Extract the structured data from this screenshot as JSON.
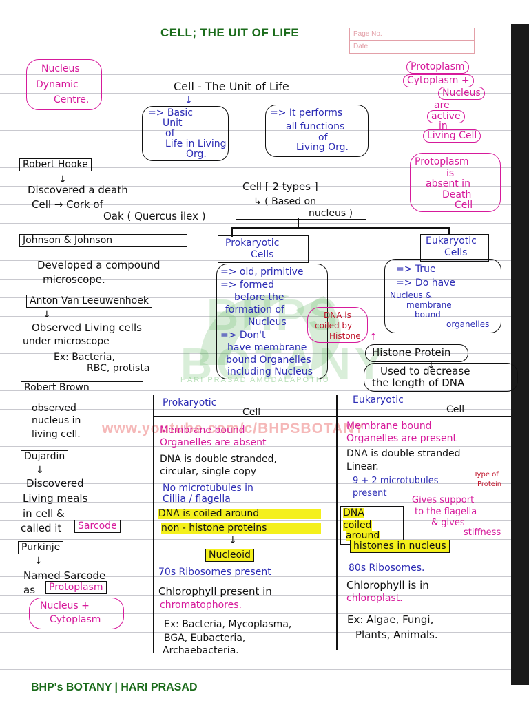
{
  "header": {
    "title": "CELL; THE UIT OF LIFE",
    "page_no_label": "Page No.",
    "date_label": "Date"
  },
  "footer": {
    "text": "BHP's BOTANY | HARI PRASAD"
  },
  "watermark": {
    "line1": "BHPS",
    "line2": "BOTANY",
    "line3": "HARI PRASAD AMUDALAPOTHU",
    "url": "www.youtube.com/c/BHPSBOTANY"
  },
  "top_left": {
    "l1": "Nucleus",
    "l2": "Dynamic",
    "l3": "Centre."
  },
  "title": {
    "text": "Cell - The Unit of Life"
  },
  "basic_unit": {
    "l1": "=> Basic",
    "l2": "Unit",
    "l3": "of",
    "l4": "Life in Living",
    "l5": "Org."
  },
  "performs": {
    "l1": "=> It performs",
    "l2": "all functions",
    "l3": "of",
    "l4": "Living Org."
  },
  "top_right": {
    "l1": "Protoplasm",
    "l2": "Cytoplasm +",
    "l3": "Nucleus",
    "l4": "are",
    "l5": "active",
    "l6": "in",
    "l7": "Living Cell"
  },
  "dead_cell": {
    "l1": "Protoplasm",
    "l2": "is",
    "l3": "absent in",
    "l4": "Death",
    "l5": "Cell"
  },
  "hooke": {
    "name": "Robert Hooke",
    "l1": "Discovered a death",
    "l2": "Cell → Cork of",
    "l3": "Oak ( Quercus ilex )"
  },
  "cell_types": {
    "l1": "Cell [ 2 types ]",
    "l2": "↳ ( Based on",
    "l3": "nucleus )"
  },
  "johnson": {
    "name": "Johnson & Johnson",
    "l1": "Developed a compound",
    "l2": "microscope."
  },
  "prok_head": {
    "l1": "Prokaryotic",
    "l2": "Cells"
  },
  "euk_head": {
    "l1": "Eukaryotic",
    "l2": "Cells"
  },
  "prok_points": {
    "l1": "=> old, primitive",
    "l2": "=> formed",
    "l3": "before the",
    "l4": "formation of",
    "l5": "Nucleus",
    "l6": "=> Don't",
    "l7": "have membrane",
    "l8": "bound Organelles",
    "l9": "including Nucleus"
  },
  "dna_coiled": {
    "l1": "DNA is",
    "l2": "coiled by",
    "l3": "Histone"
  },
  "euk_points": {
    "l1": "=> True",
    "l2": "=> Do have",
    "l3": "Nucleus &",
    "l4": "membrane",
    "l5": "bound",
    "l6": "organelles"
  },
  "leeuwenhoek": {
    "name": "Anton Van Leeuwenhoek",
    "l1": "Observed Living cells",
    "l2": "under microscope",
    "l3": "Ex: Bacteria,",
    "l4": "RBC, protista"
  },
  "histone": {
    "l1": "Histone Protein",
    "l2": "Used to decrease",
    "l3": "the length of DNA"
  },
  "brown": {
    "name": "Robert Brown",
    "l1": "observed",
    "l2": "nucleus in",
    "l3": "living cell."
  },
  "table": {
    "prok_title_l1": "Prokaryotic",
    "prok_title_l2": "Cell",
    "euk_title_l1": "Eukaryotic",
    "euk_title_l2": "Cell",
    "p1a": "Membrane bound",
    "p1b": "Organelles are absent",
    "p2a": "DNA is double stranded,",
    "p2b": "circular, single copy",
    "p3a": "No microtubules in",
    "p3b": "Cillia / flagella",
    "p4a": "DNA is coiled around",
    "p4b": "non - histone proteins",
    "p5": "Nucleoid",
    "p6": "70s Ribosomes present",
    "p7a": "Chlorophyll present in",
    "p7b": "chromatophores.",
    "p8a": "Ex: Bacteria, Mycoplasma,",
    "p8b": "BGA, Eubacteria,",
    "p8c": "Archaebacteria.",
    "e1a": "Membrane bound",
    "e1b": "Organelles are present",
    "e2a": "DNA is double stranded",
    "e2b": "Linear.",
    "e3a": "9 + 2 microtubules",
    "e3b": "present",
    "e3c": "Type of",
    "e3d": "Protein",
    "e3e": "Gives support",
    "e3f": "to the flagella",
    "e3g": "& gives",
    "e3h": "stiffness",
    "e4a": "DNA",
    "e4b": "coiled",
    "e4c": "around",
    "e4d": "histones in nucleus",
    "e6": "80s Ribosomes.",
    "e7a": "Chlorophyll is in",
    "e7b": "chloroplast.",
    "e8a": "Ex: Algae, Fungi,",
    "e8b": "Plants, Animals."
  },
  "dujardin": {
    "name": "Dujardin",
    "l1": "Discovered",
    "l2": "Living meals",
    "l3": "in cell &",
    "l4": "called it",
    "l5": "Sarcode"
  },
  "purkinje": {
    "name": "Purkinje",
    "l1": "Named Sarcode",
    "l2": "as",
    "l3": "Protoplasm",
    "l4": "Nucleus +",
    "l5": "Cytoplasm"
  }
}
